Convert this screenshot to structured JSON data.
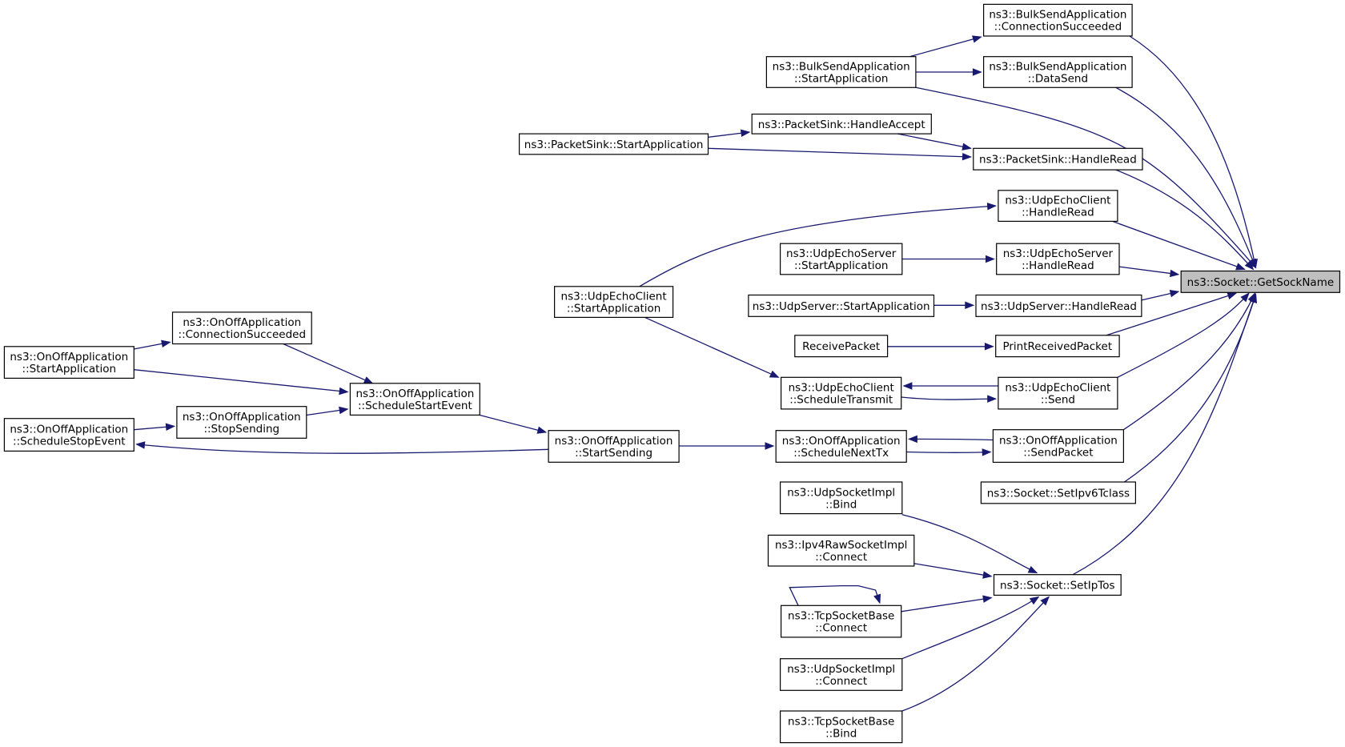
{
  "nodes": [
    {
      "id": "getsockname",
      "lines": [
        "ns3::Socket::GetSockName"
      ],
      "focus": true
    },
    {
      "id": "bulk_connsucc",
      "lines": [
        "ns3::BulkSendApplication",
        "::ConnectionSucceeded"
      ]
    },
    {
      "id": "bulk_start",
      "lines": [
        "ns3::BulkSendApplication",
        "::StartApplication"
      ]
    },
    {
      "id": "bulk_datasend",
      "lines": [
        "ns3::BulkSendApplication",
        "::DataSend"
      ]
    },
    {
      "id": "ps_handleaccept",
      "lines": [
        "ns3::PacketSink::HandleAccept"
      ]
    },
    {
      "id": "ps_start",
      "lines": [
        "ns3::PacketSink::StartApplication"
      ]
    },
    {
      "id": "ps_handleread",
      "lines": [
        "ns3::PacketSink::HandleRead"
      ]
    },
    {
      "id": "uec_handleread",
      "lines": [
        "ns3::UdpEchoClient",
        "::HandleRead"
      ]
    },
    {
      "id": "ues_start",
      "lines": [
        "ns3::UdpEchoServer",
        "::StartApplication"
      ]
    },
    {
      "id": "ues_handleread",
      "lines": [
        "ns3::UdpEchoServer",
        "::HandleRead"
      ]
    },
    {
      "id": "uec_start",
      "lines": [
        "ns3::UdpEchoClient",
        "::StartApplication"
      ]
    },
    {
      "id": "us_start",
      "lines": [
        "ns3::UdpServer::StartApplication"
      ]
    },
    {
      "id": "us_handleread",
      "lines": [
        "ns3::UdpServer::HandleRead"
      ]
    },
    {
      "id": "receivepacket",
      "lines": [
        "ReceivePacket"
      ]
    },
    {
      "id": "printreceived",
      "lines": [
        "PrintReceivedPacket"
      ]
    },
    {
      "id": "oo_connsucc",
      "lines": [
        "ns3::OnOffApplication",
        "::ConnectionSucceeded"
      ]
    },
    {
      "id": "oo_start",
      "lines": [
        "ns3::OnOffApplication",
        "::StartApplication"
      ]
    },
    {
      "id": "uec_schedtx",
      "lines": [
        "ns3::UdpEchoClient",
        "::ScheduleTransmit"
      ]
    },
    {
      "id": "uec_send",
      "lines": [
        "ns3::UdpEchoClient",
        "::Send"
      ]
    },
    {
      "id": "oo_schedstart",
      "lines": [
        "ns3::OnOffApplication",
        "::ScheduleStartEvent"
      ]
    },
    {
      "id": "oo_stopsend",
      "lines": [
        "ns3::OnOffApplication",
        "::StopSending"
      ]
    },
    {
      "id": "oo_schedstop",
      "lines": [
        "ns3::OnOffApplication",
        "::ScheduleStopEvent"
      ]
    },
    {
      "id": "oo_startsend",
      "lines": [
        "ns3::OnOffApplication",
        "::StartSending"
      ]
    },
    {
      "id": "oo_schednexttx",
      "lines": [
        "ns3::OnOffApplication",
        "::ScheduleNextTx"
      ]
    },
    {
      "id": "oo_sendpacket",
      "lines": [
        "ns3::OnOffApplication",
        "::SendPacket"
      ]
    },
    {
      "id": "sock_setipv6tclass",
      "lines": [
        "ns3::Socket::SetIpv6Tclass"
      ]
    },
    {
      "id": "usi_bind",
      "lines": [
        "ns3::UdpSocketImpl",
        "::Bind"
      ]
    },
    {
      "id": "ipv4raw_connect",
      "lines": [
        "ns3::Ipv4RawSocketImpl",
        "::Connect"
      ]
    },
    {
      "id": "sock_setiptos",
      "lines": [
        "ns3::Socket::SetIpTos"
      ]
    },
    {
      "id": "tsb_connect",
      "lines": [
        "ns3::TcpSocketBase",
        "::Connect"
      ]
    },
    {
      "id": "usi_connect",
      "lines": [
        "ns3::UdpSocketImpl",
        "::Connect"
      ]
    },
    {
      "id": "tsb_bind",
      "lines": [
        "ns3::TcpSocketBase",
        "::Bind"
      ]
    }
  ],
  "edges": [
    {
      "from": "bulk_start",
      "to": "bulk_connsucc"
    },
    {
      "from": "bulk_start",
      "to": "bulk_datasend"
    },
    {
      "from": "bulk_connsucc",
      "to": "getsockname"
    },
    {
      "from": "bulk_datasend",
      "to": "getsockname"
    },
    {
      "from": "bulk_start",
      "to": "getsockname"
    },
    {
      "from": "ps_start",
      "to": "ps_handleaccept"
    },
    {
      "from": "ps_handleaccept",
      "to": "ps_handleread"
    },
    {
      "from": "ps_start",
      "to": "ps_handleread"
    },
    {
      "from": "ps_handleread",
      "to": "getsockname"
    },
    {
      "from": "uec_start",
      "to": "uec_handleread"
    },
    {
      "from": "uec_handleread",
      "to": "getsockname"
    },
    {
      "from": "ues_start",
      "to": "ues_handleread"
    },
    {
      "from": "ues_handleread",
      "to": "getsockname"
    },
    {
      "from": "us_start",
      "to": "us_handleread"
    },
    {
      "from": "us_handleread",
      "to": "getsockname"
    },
    {
      "from": "receivepacket",
      "to": "printreceived"
    },
    {
      "from": "printreceived",
      "to": "getsockname"
    },
    {
      "from": "uec_start",
      "to": "uec_schedtx"
    },
    {
      "from": "uec_schedtx",
      "to": "uec_send"
    },
    {
      "from": "uec_send",
      "to": "uec_schedtx"
    },
    {
      "from": "uec_send",
      "to": "getsockname"
    },
    {
      "from": "oo_start",
      "to": "oo_connsucc"
    },
    {
      "from": "oo_connsucc",
      "to": "oo_schedstart"
    },
    {
      "from": "oo_start",
      "to": "oo_schedstart"
    },
    {
      "from": "oo_stopsend",
      "to": "oo_schedstart"
    },
    {
      "from": "oo_schedstop",
      "to": "oo_stopsend"
    },
    {
      "from": "oo_schedstart",
      "to": "oo_startsend"
    },
    {
      "from": "oo_startsend",
      "to": "oo_schedstop"
    },
    {
      "from": "oo_startsend",
      "to": "oo_schednexttx"
    },
    {
      "from": "oo_schednexttx",
      "to": "oo_sendpacket"
    },
    {
      "from": "oo_sendpacket",
      "to": "oo_schednexttx"
    },
    {
      "from": "oo_sendpacket",
      "to": "getsockname"
    },
    {
      "from": "sock_setipv6tclass",
      "to": "getsockname"
    },
    {
      "from": "sock_setiptos",
      "to": "getsockname"
    },
    {
      "from": "usi_bind",
      "to": "sock_setiptos"
    },
    {
      "from": "ipv4raw_connect",
      "to": "sock_setiptos"
    },
    {
      "from": "tsb_connect",
      "to": "sock_setiptos"
    },
    {
      "from": "tsb_connect",
      "to": "tsb_connect"
    },
    {
      "from": "usi_connect",
      "to": "sock_setiptos"
    },
    {
      "from": "tsb_bind",
      "to": "sock_setiptos"
    }
  ],
  "colors": {
    "edge": "#191970",
    "node_border": "#000000",
    "node_fill": "#ffffff",
    "focus_fill": "#bfbfbf"
  }
}
